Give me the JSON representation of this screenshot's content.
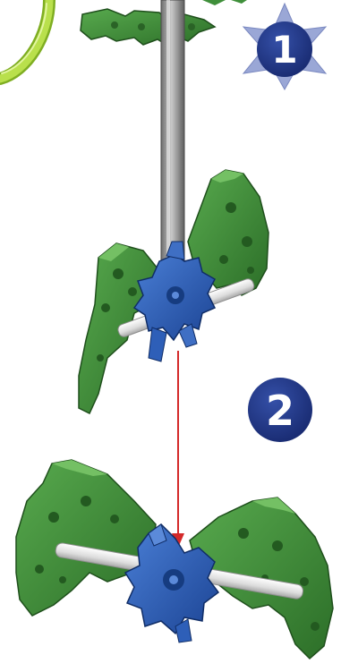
{
  "steps": [
    {
      "number": "1",
      "badge_shape": "star"
    },
    {
      "number": "2",
      "badge_shape": "circle"
    }
  ],
  "colors": {
    "badge_blue": "#22398c",
    "star_blue": "#9aa7d6",
    "green_part": "#3f8f3a",
    "green_dark": "#23571f",
    "blue_connector": "#2e5fb8",
    "blue_dark": "#163c80",
    "rod_grey": "#9a9a9a",
    "rod_white": "#eeeeee",
    "arrow_red": "#d42a2a",
    "tube_lime": "#a9d63a"
  },
  "icons": [
    "star-badge-icon",
    "circle-badge-icon",
    "direction-arrow-icon"
  ]
}
